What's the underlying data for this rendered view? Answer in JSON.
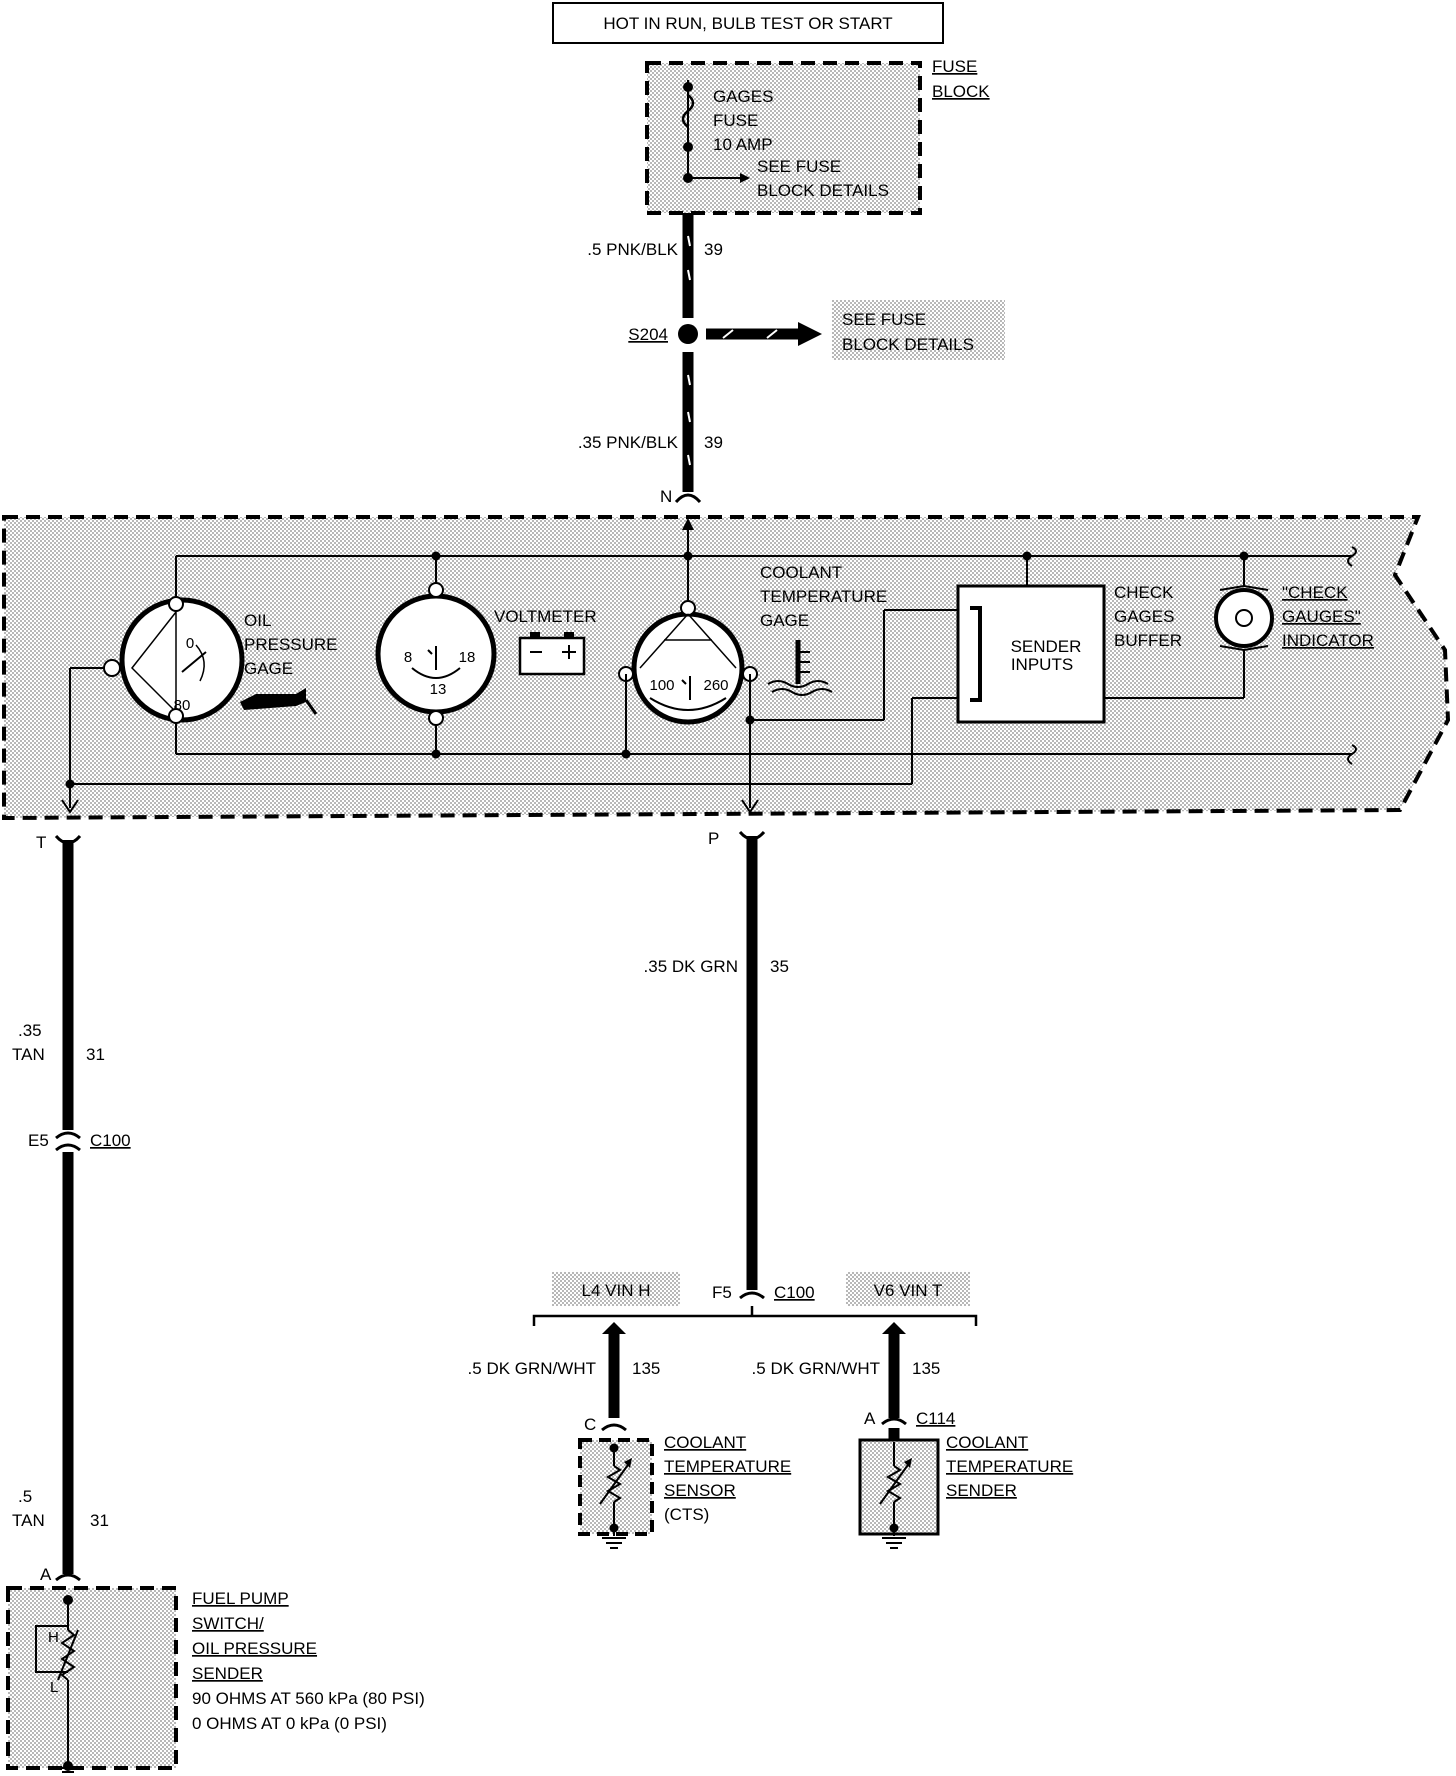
{
  "header": {
    "title": "HOT IN RUN, BULB TEST OR START"
  },
  "fuse_block": {
    "label_line1": "FUSE",
    "label_line2": "BLOCK",
    "fuse_line1": "GAGES",
    "fuse_line2": "FUSE",
    "fuse_line3": "10 AMP",
    "see_line1": "SEE FUSE",
    "see_line2": "BLOCK DETAILS"
  },
  "wires": {
    "w39a_gauge": ".5 PNK/BLK",
    "w39a_circuit": "39",
    "w39b_gauge": ".35 PNK/BLK",
    "w39b_circuit": "39",
    "w35_gauge": ".35 DK GRN",
    "w35_circuit": "35",
    "w31a_gauge1": ".35",
    "w31a_gauge2": "TAN",
    "w31a_circuit": "31",
    "w31b_gauge1": ".5",
    "w31b_gauge2": "TAN",
    "w31b_circuit": "31",
    "w135a_gauge": ".5 DK GRN/WHT",
    "w135a_circuit": "135",
    "w135b_gauge": ".5 DK GRN/WHT",
    "w135b_circuit": "135"
  },
  "splice": {
    "id": "S204",
    "see_line1": "SEE FUSE",
    "see_line2": "BLOCK DETAILS"
  },
  "connectors": {
    "N": "N",
    "T": "T",
    "P": "P",
    "E5": "E5",
    "C100a": "C100",
    "F5": "F5",
    "C100b": "C100",
    "C": "C",
    "A1": "A",
    "C114": "C114",
    "A2": "A"
  },
  "cluster": {
    "oil_line1": "OIL",
    "oil_line2": "PRESSURE",
    "oil_line3": "GAGE",
    "oil_scale_0": "0",
    "oil_scale_80": "80",
    "volt_label": "VOLTMETER",
    "volt_8": "8",
    "volt_18": "18",
    "volt_13": "13",
    "coolant_line1": "COOLANT",
    "coolant_line2": "TEMPERATURE",
    "coolant_line3": "GAGE",
    "coolant_100": "100",
    "coolant_260": "260",
    "sender_line1": "SENDER",
    "sender_line2": "INPUTS",
    "buffer_line1": "CHECK",
    "buffer_line2": "GAGES",
    "buffer_line3": "BUFFER",
    "indicator_line1": "\"CHECK",
    "indicator_line2": "GAUGES\"",
    "indicator_line3": "INDICATOR"
  },
  "options": {
    "l4": "L4 VIN H",
    "v6": "V6 VIN T"
  },
  "cts": {
    "line1": "COOLANT",
    "line2": "TEMPERATURE",
    "line3": "SENSOR",
    "line4": "(CTS)"
  },
  "cts_sender": {
    "line1": "COOLANT",
    "line2": "TEMPERATURE",
    "line3": "SENDER"
  },
  "oil_sender": {
    "line1": "FUEL PUMP",
    "line2": "SWITCH/",
    "line3": "OIL PRESSURE",
    "line4": "SENDER",
    "line5": "90 OHMS AT 560 kPa (80 PSI)",
    "line6": "0 OHMS AT 0 kPa (0 PSI)",
    "H": "H",
    "L": "L"
  }
}
